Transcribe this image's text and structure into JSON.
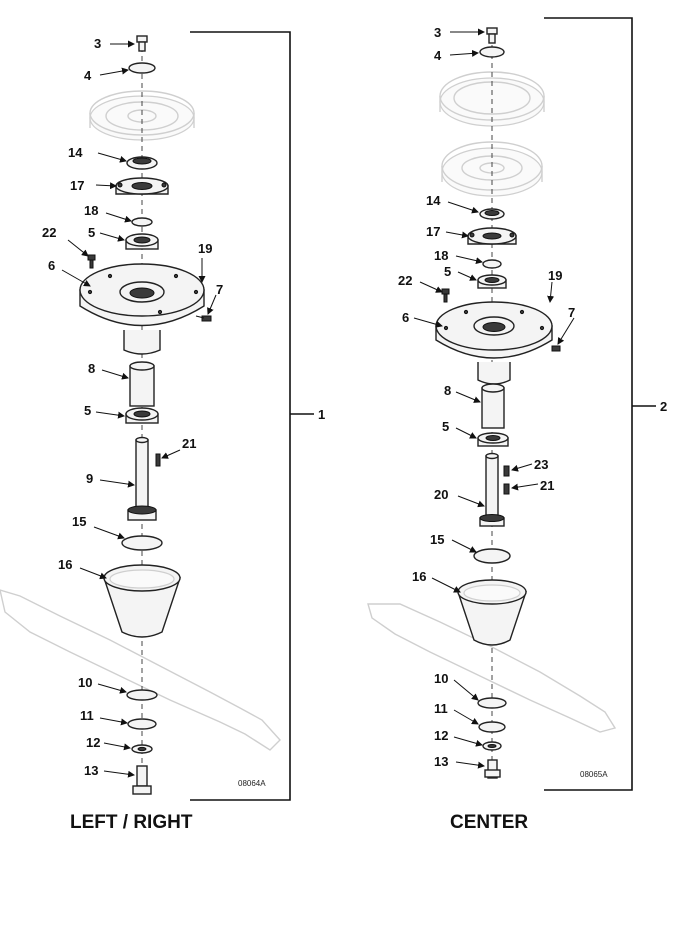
{
  "views": {
    "left": {
      "title": "LEFT / RIGHT",
      "figure_code": "08064A",
      "assembly_number": "1",
      "callouts": [
        "3",
        "4",
        "14",
        "17",
        "18",
        "22",
        "5",
        "19",
        "6",
        "7",
        "8",
        "5",
        "21",
        "9",
        "15",
        "16",
        "10",
        "11",
        "12",
        "13"
      ]
    },
    "center": {
      "title": "CENTER",
      "figure_code": "08065A",
      "assembly_number": "2",
      "callouts": [
        "3",
        "4",
        "14",
        "17",
        "18",
        "22",
        "5",
        "19",
        "6",
        "7",
        "8",
        "5",
        "23",
        "21",
        "20",
        "15",
        "16",
        "10",
        "11",
        "12",
        "13"
      ]
    }
  },
  "colors": {
    "line": "#111111",
    "ghost_part": "#cfcfcf",
    "part_fill": "#f4f4f4"
  }
}
